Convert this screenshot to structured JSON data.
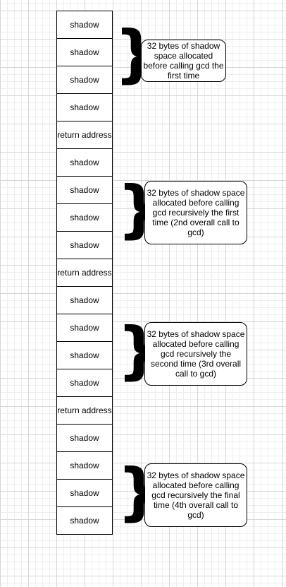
{
  "stack": [
    "shadow",
    "shadow",
    "shadow",
    "shadow",
    "return address",
    "shadow",
    "shadow",
    "shadow",
    "shadow",
    "return address",
    "shadow",
    "shadow",
    "shadow",
    "shadow",
    "return address",
    "shadow",
    "shadow",
    "shadow",
    "shadow"
  ],
  "brace_symbol": "}",
  "notes": [
    "32 bytes of shadow space allocated before calling gcd the first time",
    "32 bytes of shadow space allocated before calling gcd recursively the first time (2nd overall call to gcd)",
    "32 bytes of shadow space allocated before calling gcd recursively the second time (3rd overall call to gcd)",
    "32 bytes of shadow space allocated before calling gcd recursively the final time (4th overall call to gcd)"
  ]
}
